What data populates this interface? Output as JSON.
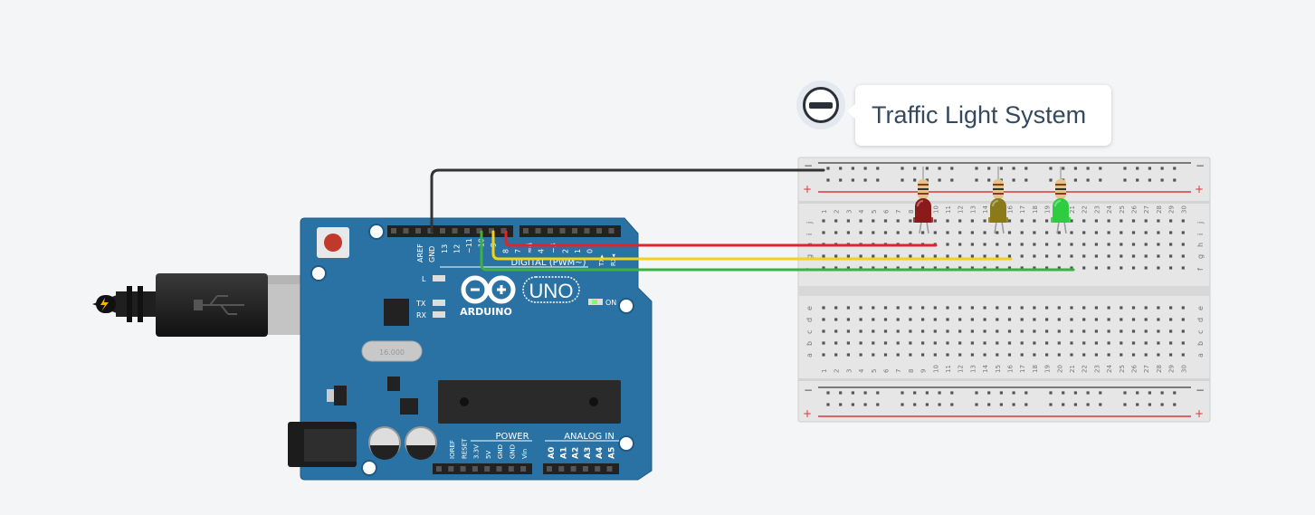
{
  "callout": {
    "title": "Traffic Light System"
  },
  "icons": {
    "collapse": "minus-circle-icon",
    "usb": "usb-icon",
    "lightning": "lightning-icon"
  },
  "arduino": {
    "brand": "ARDUINO",
    "model": "UNO",
    "on_label": "ON",
    "digital_label": "DIGITAL (PWM~)",
    "power_label": "POWER",
    "analog_label": "ANALOG IN",
    "aref": "AREF",
    "gnd": "GND",
    "tx_arrow": "TX▸",
    "rx_arrow": "RX◂",
    "led_l": "L",
    "led_tx": "TX",
    "led_rx": "RX",
    "crystal": "16.000",
    "digital_pins": [
      "13",
      "12",
      "~11",
      "~10",
      "~9",
      "8",
      "7",
      "~6",
      "~5",
      "4",
      "~3",
      "2",
      "1",
      "0"
    ],
    "power_pins": [
      "IOREF",
      "RESET",
      "3.3V",
      "5V",
      "GND",
      "GND",
      "Vin"
    ],
    "analog_pins": [
      "A0",
      "A1",
      "A2",
      "A3",
      "A4",
      "A5"
    ]
  },
  "breadboard": {
    "rail_minus": "−",
    "rail_plus": "+",
    "rows_top": [
      "j",
      "i",
      "h",
      "g",
      "f"
    ],
    "rows_bottom": [
      "e",
      "d",
      "c",
      "b",
      "a"
    ],
    "columns": 30
  },
  "leds": [
    {
      "name": "red",
      "color": "#8b1a1a"
    },
    {
      "name": "yellow",
      "color": "#8a7a1c"
    },
    {
      "name": "green",
      "color": "#2ecc40"
    }
  ],
  "wires": {
    "gnd": "#333333",
    "red": "#e0252a",
    "yellow": "#f2d21b",
    "green": "#3cb043"
  }
}
